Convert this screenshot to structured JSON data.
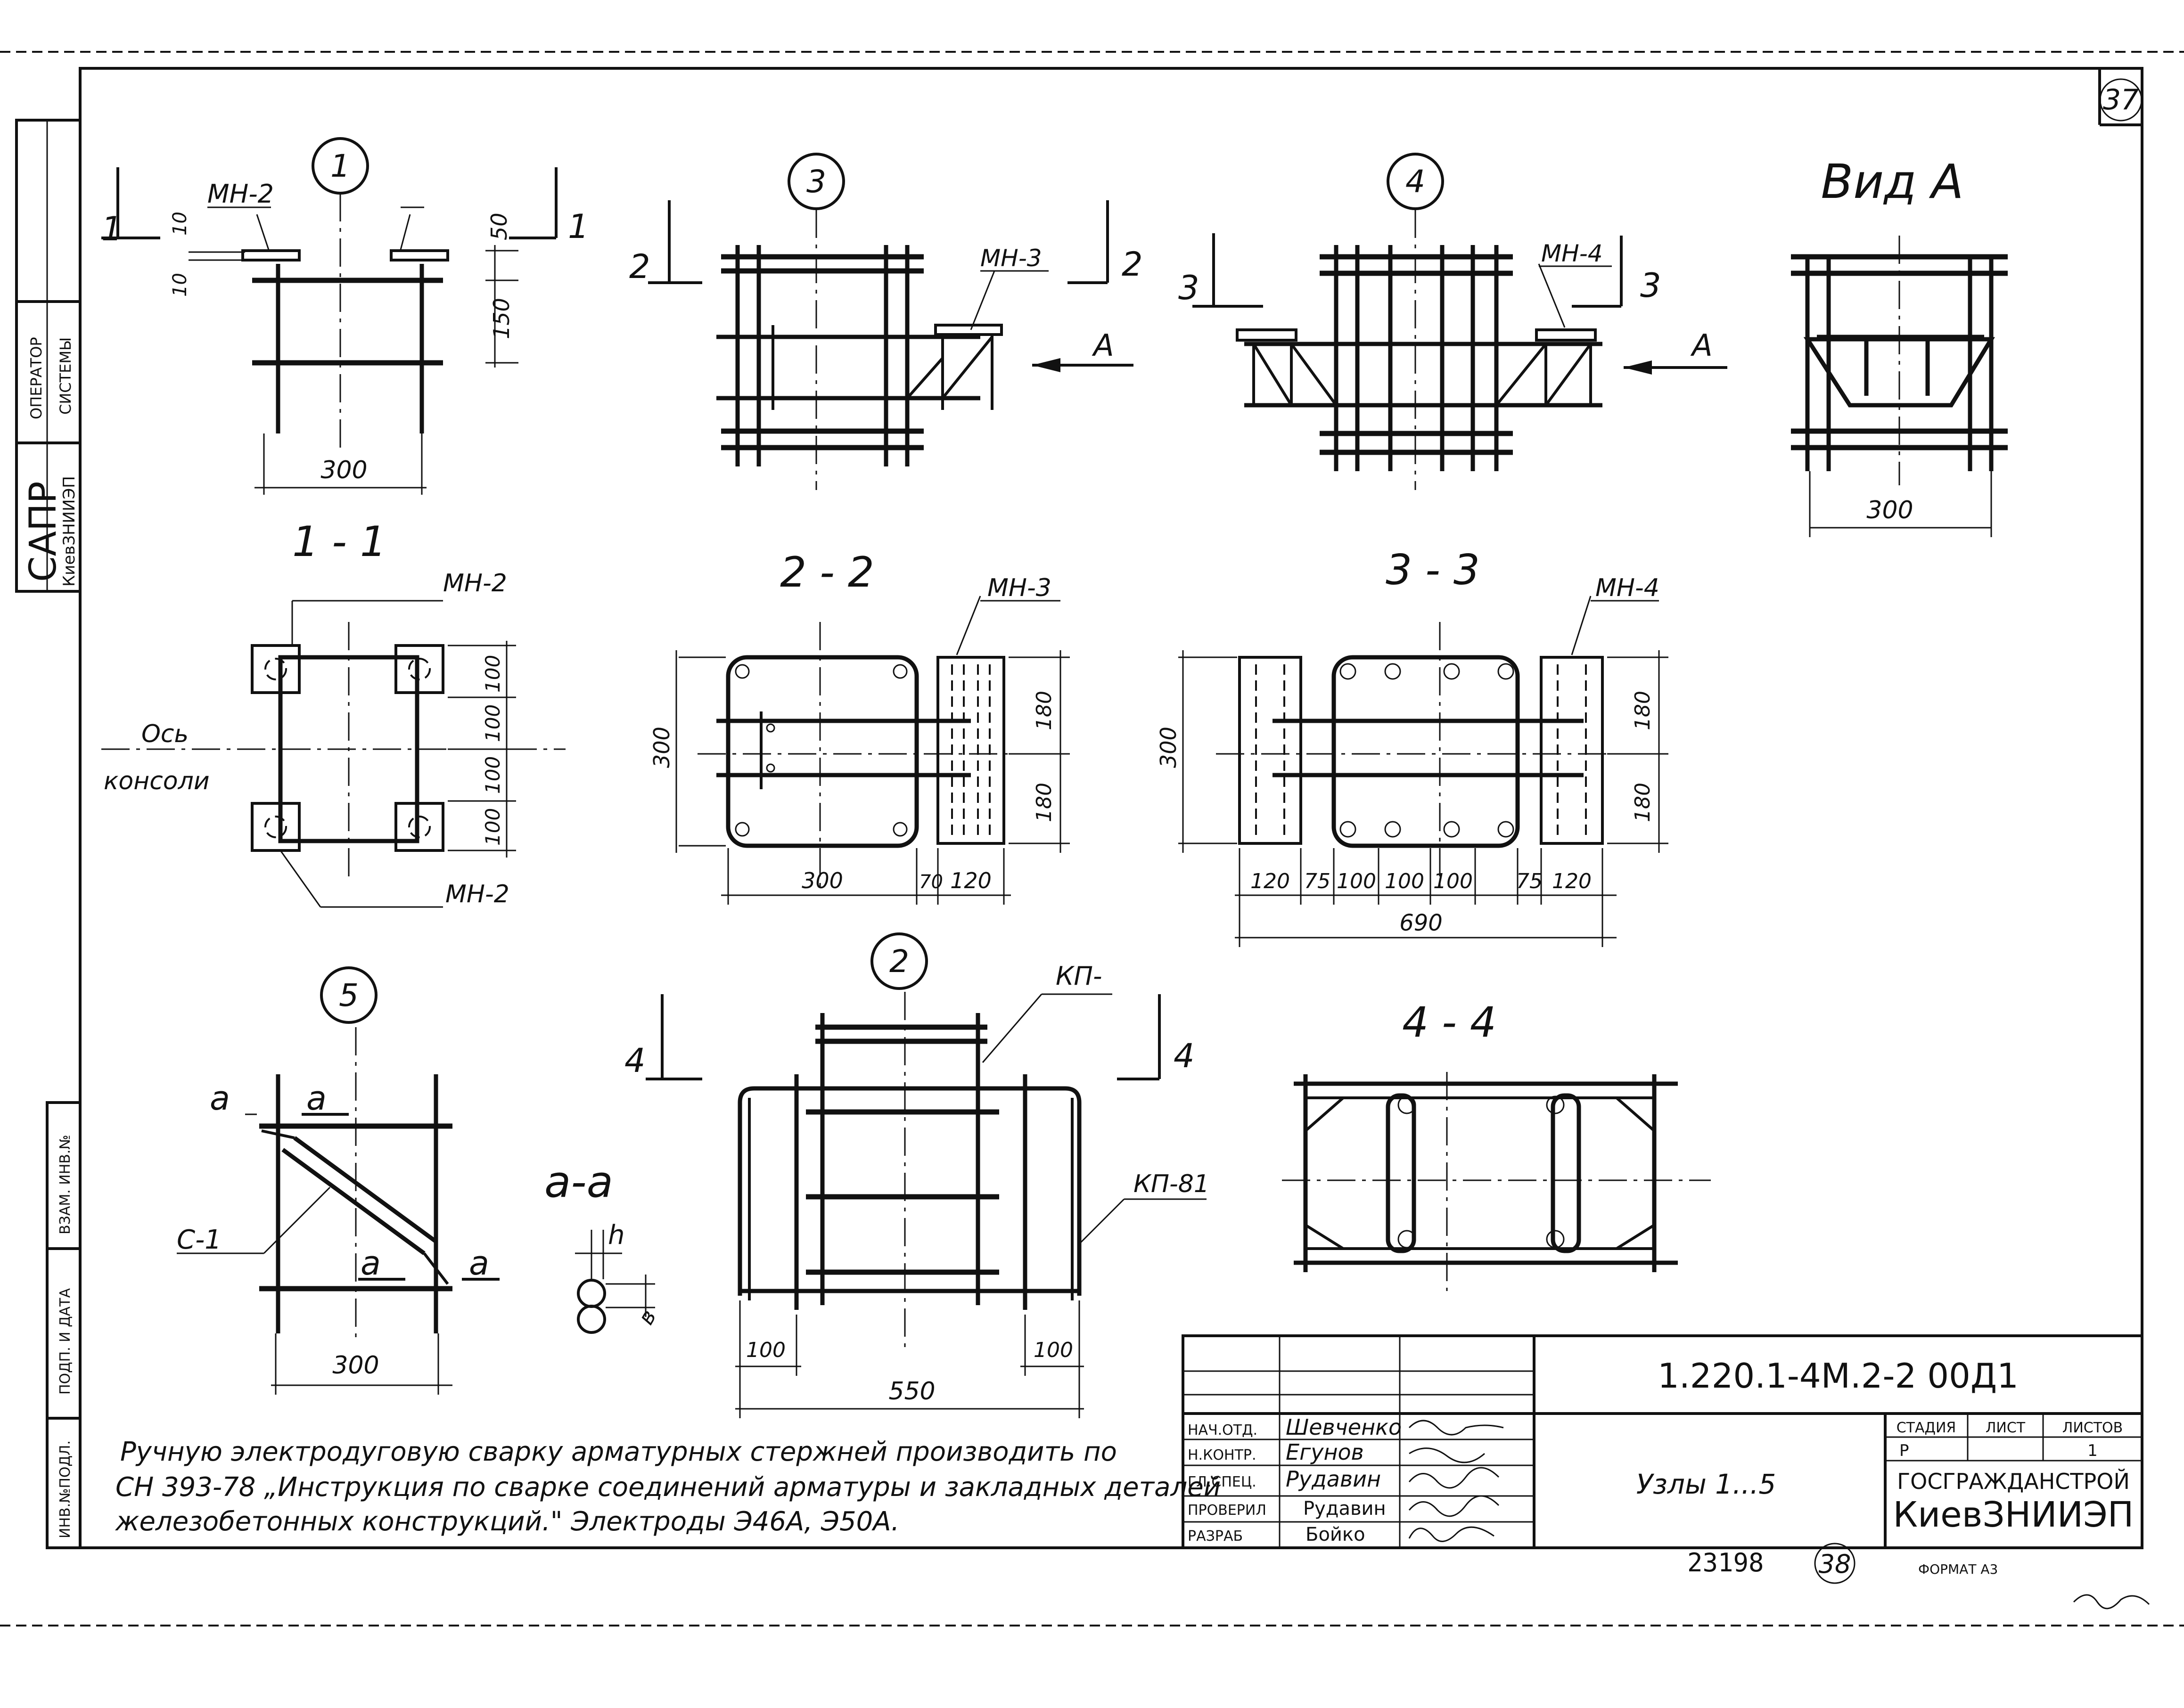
{
  "sheet_number": "37",
  "next_sheet_number": "38",
  "archive_number": "23198",
  "format_label": "ФОРМАТ А3",
  "side_stamp": {
    "operator_line1": "ОПЕРАТОР",
    "operator_line2": "СИСТЕМЫ",
    "sapr": "САПР",
    "sapr_org": "КиевЗНИИЭП"
  },
  "side_fields": [
    "ВЗАМ. ИНВ.№",
    "ПОДП. И ДАТА",
    "ИНВ.№ПОДЛ."
  ],
  "views": {
    "node1": {
      "marker": "1",
      "label_mn": "МН-2",
      "dims": [
        "10",
        "10",
        "50",
        "150",
        "300"
      ],
      "section": "1"
    },
    "node3": {
      "marker": "3",
      "label_mn": "МН-3",
      "section": "2",
      "arrow": "А"
    },
    "node4": {
      "marker": "4",
      "label_mn": "МН-4",
      "section": "3",
      "arrow": "А"
    },
    "vid_a": {
      "title": "Вид А",
      "dim": "300"
    },
    "sec11": {
      "title": "1 - 1",
      "label_top": "МН-2",
      "label_bottom": "МН-2",
      "axis_line1": "Ось",
      "axis_line2": "консоли",
      "dims": [
        "100",
        "100",
        "100",
        "100"
      ]
    },
    "sec22": {
      "title": "2 - 2",
      "label": "МН-3",
      "dims_bottom": [
        "300",
        "70",
        "120"
      ],
      "dim_left": "300",
      "dims_right": [
        "180",
        "180"
      ]
    },
    "sec33": {
      "title": "3 - 3",
      "label": "МН-4",
      "dims_bottom": [
        "120",
        "75",
        "100",
        "100",
        "100",
        "75",
        "120"
      ],
      "dim_total": "690",
      "dim_left": "300",
      "dims_right": [
        "180",
        "180"
      ]
    },
    "node5": {
      "marker": "5",
      "label_a": "а",
      "label_c": "С-1",
      "dim": "300"
    },
    "sec_aa": {
      "title": "а-а",
      "label_h": "h",
      "label_b": "в"
    },
    "node2": {
      "marker": "2",
      "label_kp_top": "КП-",
      "label_kp": "КП-81",
      "section": "4",
      "dims": [
        "100",
        "100",
        "550"
      ]
    },
    "sec44": {
      "title": "4 - 4"
    }
  },
  "note": {
    "line1": "Ручную электродуговую сварку арматурных стержней производить по",
    "line2": "СН 393-78 „Инструкция по сварке соединений арматуры и закладных деталей",
    "line3": "железобетонных конструкций.\" Электроды Э46А, Э50А."
  },
  "title_block": {
    "code": "1.220.1-4М.2-2 00Д1",
    "name": "Узлы 1...5",
    "stage_head": "СТАДИЯ",
    "sheet_head": "ЛИСТ",
    "sheets_head": "ЛИСТОВ",
    "stage": "Р",
    "sheets": "1",
    "org1": "ГОСГРАЖДАНСТРОЙ",
    "org2": "КиевЗНИИЭП",
    "roles": [
      {
        "role": "НАЧ.ОТД.",
        "name": "Шевченко"
      },
      {
        "role": "Н.КОНТР.",
        "name": "Егунов"
      },
      {
        "role": "ГЛ.СПЕЦ.",
        "name": "Рудавин"
      },
      {
        "role": "ПРОВЕРИЛ",
        "name": "Рудавин"
      },
      {
        "role": "РАЗРАБ",
        "name": "Бойко"
      }
    ]
  }
}
